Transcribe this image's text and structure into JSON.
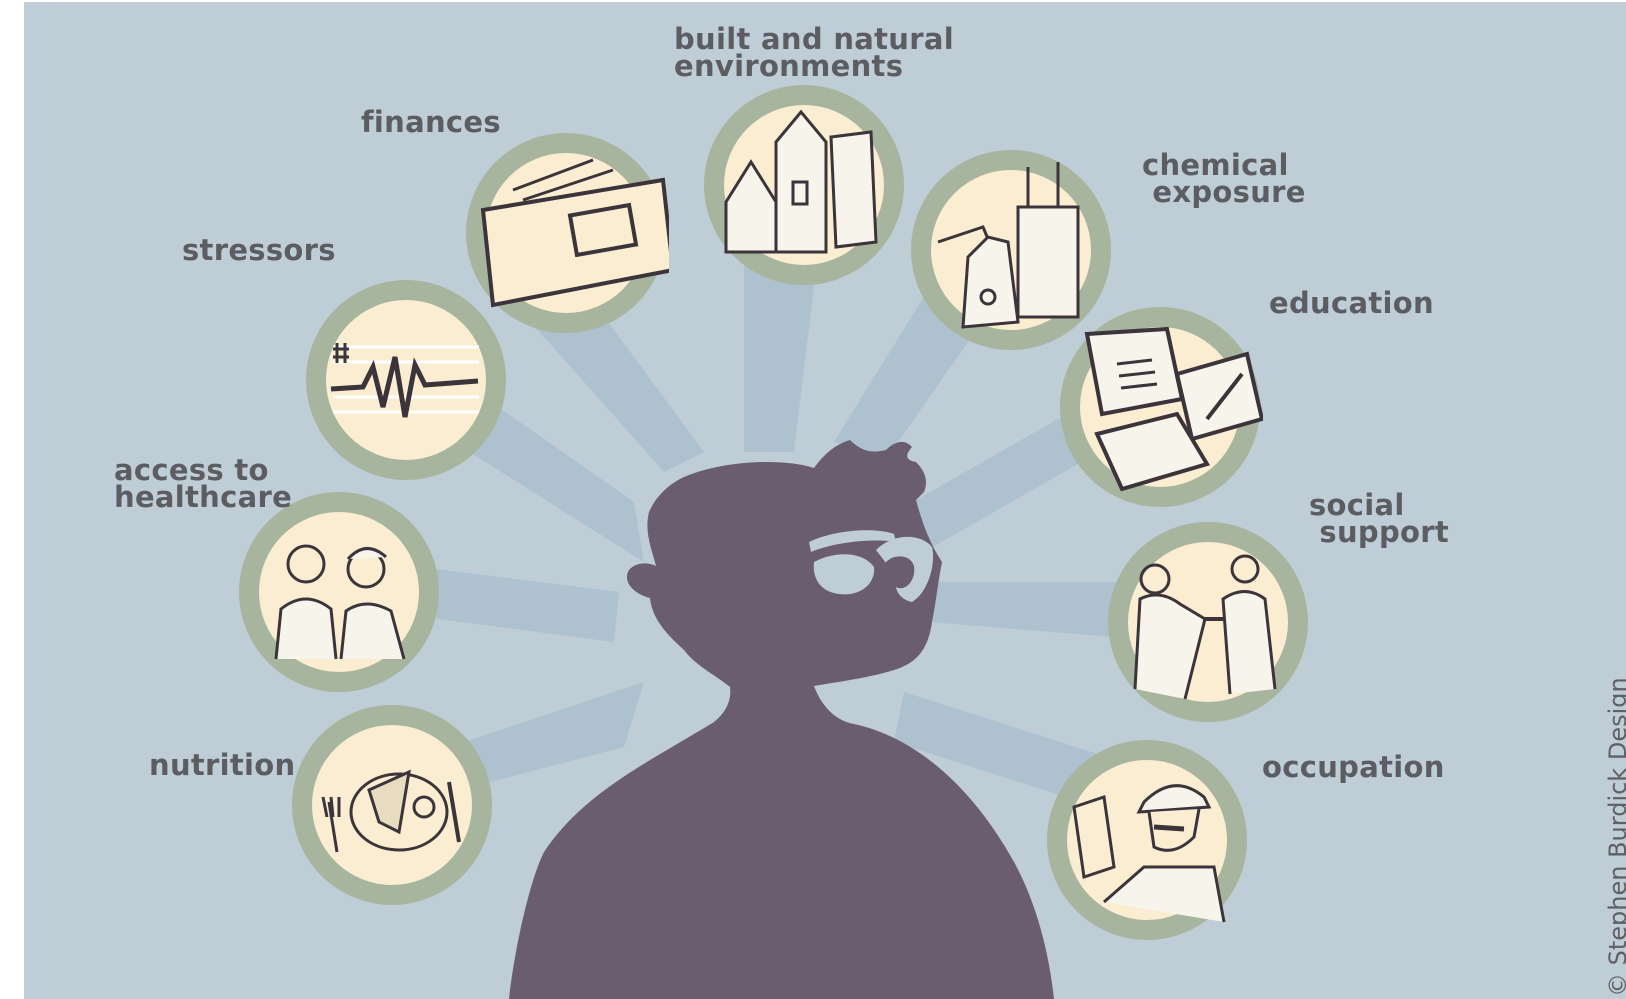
{
  "factors": [
    {
      "id": "nutrition",
      "label": "nutrition",
      "icon": "plate-icon"
    },
    {
      "id": "access-to-healthcare",
      "label": "access to\nhealthcare",
      "icon": "doctor-nurse-icon"
    },
    {
      "id": "stressors",
      "label": "stressors",
      "icon": "zigzag-stress-icon"
    },
    {
      "id": "finances",
      "label": "finances",
      "icon": "wallet-icon"
    },
    {
      "id": "built-and-natural-environments",
      "label": "built and natural\nenvironments",
      "icon": "houses-icon"
    },
    {
      "id": "chemical-exposure",
      "label": "chemical\n exposure",
      "icon": "spray-bottle-factory-icon"
    },
    {
      "id": "education",
      "label": "education",
      "icon": "books-icon"
    },
    {
      "id": "social-support",
      "label": "social\n support",
      "icon": "handshake-icon"
    },
    {
      "id": "occupation",
      "label": "occupation",
      "icon": "worker-icon"
    }
  ],
  "credit": "© Stephen Burdick Design",
  "colors": {
    "background": "#bfcdd7",
    "ray": "#adc1cf",
    "silhouette": "#6a5d6f",
    "icon_ring": "#a7b59f",
    "icon_fill": "#fbedd2",
    "label_text": "#5b5d61"
  }
}
